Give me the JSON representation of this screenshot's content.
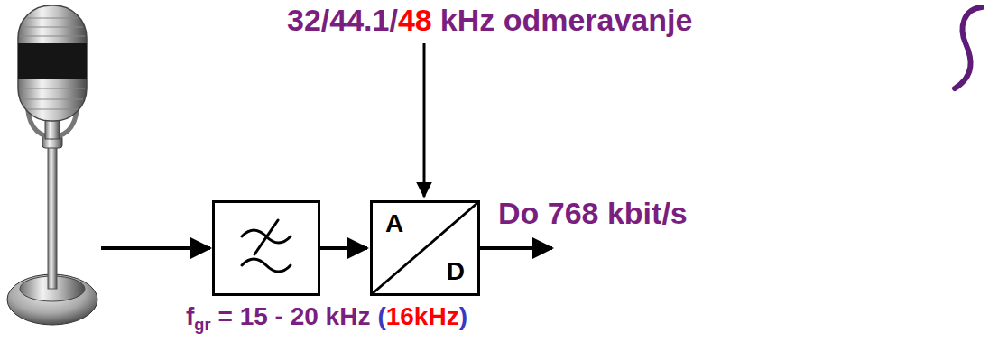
{
  "diagram": {
    "nodes": [
      {
        "text": [
          "A",
          "D"
        ]
      }
    ],
    "labels": [
      "32/44.1/",
      "48",
      "kHz odmeravanje",
      "Do 768 kbit/s",
      "f",
      "gr",
      "= 15 - 20 kHz",
      "(",
      "16kHz",
      ")"
    ]
  }
}
